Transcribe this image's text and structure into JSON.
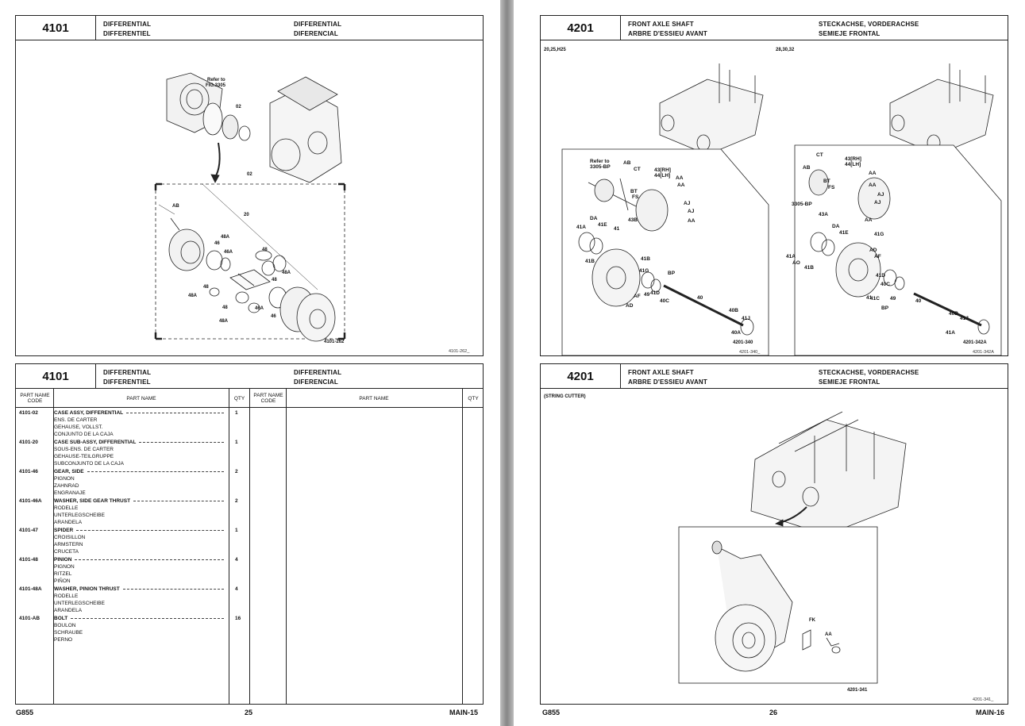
{
  "left_page": {
    "figure": {
      "number": "4101",
      "title_en": "DIFFERENTIAL",
      "title_fr": "DIFFERENTIEL",
      "title_de": "DIFFERENTIAL",
      "title_es": "DIFERENCIAL",
      "refer_to": "Refer to",
      "refer_fig": "FIG.3305",
      "labels": [
        "02",
        "02",
        "AB",
        "20",
        "48A",
        "46",
        "46A",
        "48",
        "48",
        "48A",
        "48",
        "48A",
        "48",
        "46A",
        "46",
        "48A"
      ],
      "figure_id": "4101-262",
      "corner_id": "4101-262_"
    },
    "table": {
      "number": "4101",
      "title_en": "DIFFERENTIAL",
      "title_fr": "DIFFERENTIEL",
      "title_de": "DIFFERENTIAL",
      "title_es": "DIFERENCIAL",
      "headers": {
        "code": "PART NAME CODE",
        "name": "PART NAME",
        "qty": "QTY"
      },
      "rows": [
        {
          "code": "4101-02",
          "en": "CASE ASSY, DIFFERENTIAL",
          "fr": "ENS. DE CARTER",
          "de": "GEHAUSE, VOLLST.",
          "es": "CONJUNTO DE LA CAJA",
          "qty": "1"
        },
        {
          "code": "4101-20",
          "en": "CASE SUB-ASSY, DIFFERENTIAL",
          "fr": "SOUS-ENS. DE CARTER",
          "de": "GEHAUSE-TEILGRUPPE",
          "es": "SUBCONJUNTO DE LA CAJA",
          "qty": "1"
        },
        {
          "code": "4101-46",
          "en": "GEAR, SIDE",
          "fr": "PIGNON",
          "de": "ZAHNRAD",
          "es": "ENGRANAJE",
          "qty": "2"
        },
        {
          "code": "4101-46A",
          "en": "WASHER, SIDE GEAR THRUST",
          "fr": "RODELLE",
          "de": "UNTERLEGSCHEIBE",
          "es": "ARANDELA",
          "qty": "2"
        },
        {
          "code": "4101-47",
          "en": "SPIDER",
          "fr": "CROISILLON",
          "de": "ARMSTERN",
          "es": "CRUCETA",
          "qty": "1"
        },
        {
          "code": "4101-48",
          "en": "PINION",
          "fr": "PIGNON",
          "de": "RITZEL",
          "es": "PIÑON",
          "qty": "4"
        },
        {
          "code": "4101-48A",
          "en": "WASHER, PINION THRUST",
          "fr": "RODELLE",
          "de": "UNTERLEGSCHEIBE",
          "es": "ARANDELA",
          "qty": "4"
        },
        {
          "code": "4101-AB",
          "en": "BOLT",
          "fr": "BOULON",
          "de": "SCHRAUBE",
          "es": "PERNO",
          "qty": "16"
        }
      ]
    },
    "footer": {
      "model": "G855",
      "page": "25",
      "section": "MAIN-15"
    }
  },
  "right_page": {
    "figure": {
      "number": "4201",
      "title_en": "FRONT AXLE SHAFT",
      "title_fr": "ARBRE D'ESSIEU AVANT",
      "title_de": "STECKACHSE, VORDERACHSE",
      "title_es": "SEMIEJE FRONTAL",
      "variant_left": "20,25,H25",
      "variant_right": "28,30,32",
      "left_labels": [
        "Refer to",
        "3305-BP",
        "AB",
        "CT",
        "43[RH]",
        "44[LH]",
        "AA",
        "BT",
        "FS",
        "AA",
        "AJ",
        "AJ",
        "43B",
        "AA",
        "DA",
        "41E",
        "41A",
        "41",
        "41B",
        "41G",
        "41B",
        "BP",
        "41D",
        "49",
        "AD",
        "AF",
        "40C",
        "40",
        "40B",
        "41J",
        "40A"
      ],
      "right_labels": [
        "CT",
        "AB",
        "43[RH]",
        "44[LH]",
        "AA",
        "BT",
        "FS",
        "AA",
        "AJ",
        "AJ",
        "3305-BP",
        "43A",
        "AA",
        "DA",
        "41E",
        "41G",
        "AD",
        "AF",
        "41A",
        "AO",
        "41B",
        "41D",
        "40C",
        "41",
        "41C",
        "49",
        "BP",
        "40",
        "40B",
        "41J",
        "41A"
      ],
      "left_id": "4201-340",
      "right_id": "4201-342A",
      "left_corner": "4201-340_",
      "right_corner": "4201-342A"
    },
    "figure2": {
      "number": "4201",
      "title_en": "FRONT AXLE SHAFT",
      "title_fr": "ARBRE D'ESSIEU AVANT",
      "title_de": "STECKACHSE, VORDERACHSE",
      "title_es": "SEMIEJE FRONTAL",
      "note": "(STRING CUTTER)",
      "labels": [
        "FK",
        "AA"
      ],
      "figure_id": "4201-341",
      "corner_id": "4201-341_"
    },
    "footer": {
      "model": "G855",
      "page": "26",
      "section": "MAIN-16"
    }
  }
}
